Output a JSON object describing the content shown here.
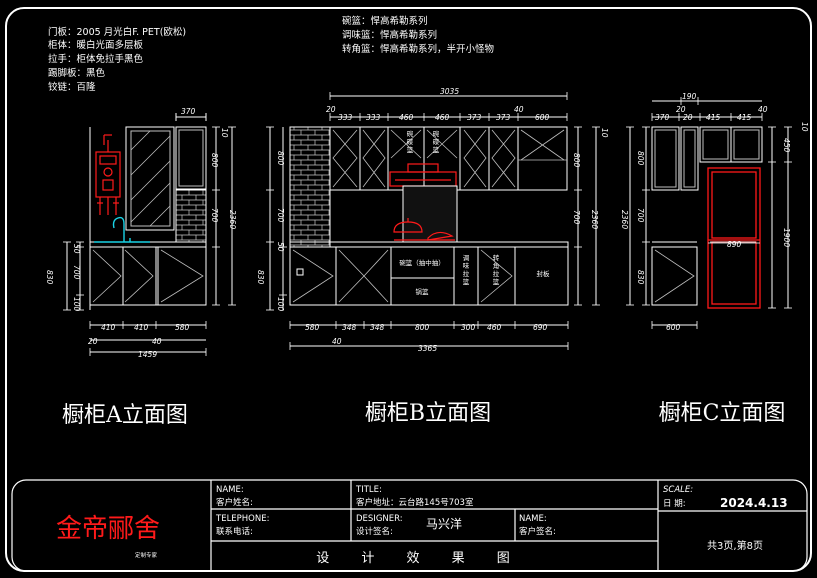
{
  "notes_left": {
    "door": "门板：2005    月光白F.   PET(欧松)",
    "body": "柜体：暖白光面多层板",
    "handle": "拉手：柜体免拉手黑色",
    "kick": "踢脚板：黑色",
    "hinge": "铰链：百隆"
  },
  "notes_center": {
    "bowl": "碗篮：悍高希勒系列",
    "spice": "调味篮：悍高希勒系列",
    "corner": "转角篮：悍高希勒系列，半开小怪物"
  },
  "view_a": {
    "title": "橱柜A立面图",
    "dims_top": [
      "370"
    ],
    "dims_right": [
      "10",
      "800",
      "700",
      "2360"
    ],
    "dims_left": [
      "50",
      "830",
      "700",
      "100"
    ],
    "dims_bottom": [
      "410",
      "410",
      "580"
    ],
    "dims_bottom2": [
      "20",
      "40"
    ],
    "total": "1459"
  },
  "view_b": {
    "title": "橱柜B立面图",
    "dims_top": [
      "20",
      "333",
      "333",
      "460",
      "460",
      "373",
      "373",
      "600"
    ],
    "dim_top_extra": "40",
    "total_top": "3035",
    "dims_right": [
      "10",
      "800",
      "700",
      "2360"
    ],
    "dims_left": [
      "800",
      "700",
      "50",
      "830",
      "100"
    ],
    "dims_bottom": [
      "580",
      "348",
      "348",
      "800",
      "300",
      "460",
      "690"
    ],
    "dim_bottom_extra": "40",
    "total": "3365",
    "labels": {
      "bowl_a": "碗\n碟\n篮",
      "bowl_b": "碗\n碟\n篮",
      "drawer": "碗篮（抽中抽）",
      "pot": "锅篮",
      "spice": "调\n味\n拉\n篮",
      "corner": "转\n角\n拉\n篮",
      "seal": "封板"
    }
  },
  "view_c": {
    "title": "橱柜C立面图",
    "dims_top": [
      "370",
      "20",
      "415",
      "415"
    ],
    "dims_top2": [
      "190",
      "20",
      "40"
    ],
    "dims_right": [
      "10",
      "450",
      "1900"
    ],
    "dims_left": [
      "800",
      "700",
      "2360",
      "830"
    ],
    "fridge_width": "890",
    "bottom": "600"
  },
  "title_block": {
    "brand": "金帝郦舍",
    "brand_sub": "定制专家",
    "name_label": "NAME:",
    "customer_label": "客户姓名:",
    "telephone_label": "TELEPHONE:",
    "contact_label": "联系电话:",
    "title_label": "TITLE:",
    "address": "客户地址：云台路145号703室",
    "designer_label": "DESIGNER:",
    "designer_sig_label": "设计签名:",
    "designer_name": "马兴洋",
    "name2_label": "NAME:",
    "customer_sig_label": "客户签名:",
    "caption": "设 计 效 果 图",
    "scale_label": "SCALE:",
    "date_label": "日  期:",
    "date": "2024.4.13",
    "pages": "共3页,第8页"
  },
  "colors": {
    "line": "#ffffff",
    "red": "#ff1a1a",
    "cyan": "#19d3e6",
    "gray": "#bfbfbf",
    "brick": "#c8c8c8"
  }
}
